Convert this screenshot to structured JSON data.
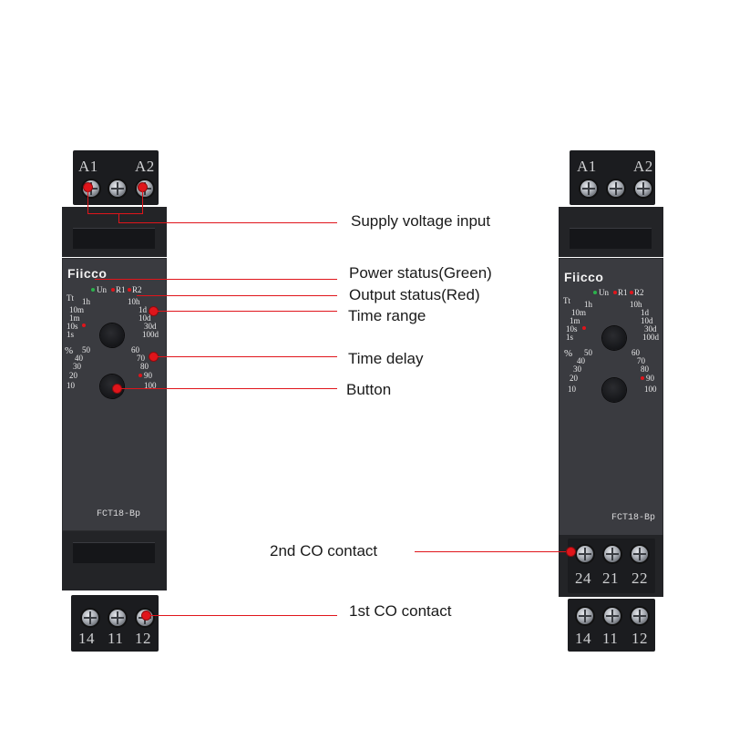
{
  "relay": {
    "brand": "Fiicco",
    "model": "FCT18-Bp",
    "top_terminals": [
      "A1",
      "A2"
    ],
    "bottom_terminals_1": [
      "14",
      "11",
      "12"
    ],
    "bottom_terminals_2": [
      "24",
      "21",
      "22"
    ],
    "status_labels": [
      "Un",
      "R1",
      "R2"
    ],
    "time_symbol": "Tt",
    "time_range_options": [
      "1h",
      "10h",
      "10m",
      "1d",
      "1m",
      "10d",
      "10s",
      "30d",
      "1s",
      "100d"
    ],
    "percent_symbol": "%",
    "time_delay_options": [
      "50",
      "60",
      "40",
      "70",
      "30",
      "80",
      "20",
      "90",
      "10",
      "100"
    ]
  },
  "annotations": {
    "supply": "Supply voltage input",
    "power": "Power status(Green)",
    "output": "Output status(Red)",
    "range": "Time range",
    "delay": "Time delay",
    "button": "Button",
    "co2": "2nd CO contact",
    "co1": "1st CO contact"
  },
  "colors": {
    "annotation": "#e0151b",
    "green_led": "#2bb24c",
    "red_led": "#e0151b"
  }
}
